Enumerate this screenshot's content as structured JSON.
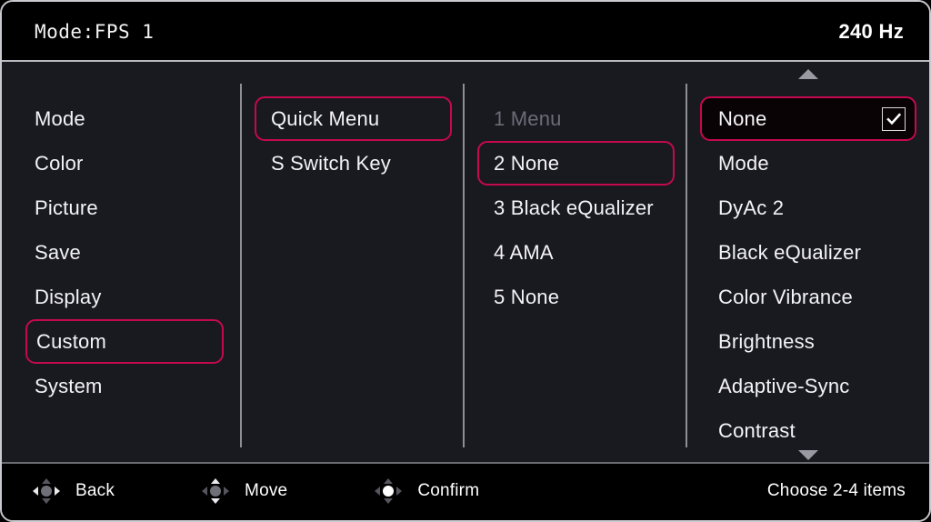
{
  "header": {
    "mode_label": "Mode:FPS 1",
    "refresh_rate": "240 Hz"
  },
  "colors": {
    "accent": "#c4094e",
    "background": "#191920",
    "bar_background": "#000000",
    "text": "#f4f4f6",
    "text_disabled": "#6c6c76",
    "divider": "#8e8e97",
    "frame_border": "#c9c9cf"
  },
  "columns": {
    "main_menu": {
      "items": [
        {
          "label": "Mode",
          "selected": false,
          "disabled": false
        },
        {
          "label": "Color",
          "selected": false,
          "disabled": false
        },
        {
          "label": "Picture",
          "selected": false,
          "disabled": false
        },
        {
          "label": "Save",
          "selected": false,
          "disabled": false
        },
        {
          "label": "Display",
          "selected": false,
          "disabled": false
        },
        {
          "label": "Custom",
          "selected": true,
          "disabled": false
        },
        {
          "label": "System",
          "selected": false,
          "disabled": false
        }
      ]
    },
    "submenu": {
      "items": [
        {
          "label": "Quick Menu",
          "selected": true,
          "disabled": false
        },
        {
          "label": "S Switch Key",
          "selected": false,
          "disabled": false
        }
      ]
    },
    "slots": {
      "items": [
        {
          "label": "1 Menu",
          "selected": false,
          "disabled": true
        },
        {
          "label": "2 None",
          "selected": true,
          "disabled": false
        },
        {
          "label": "3 Black eQualizer",
          "selected": false,
          "disabled": false
        },
        {
          "label": "4 AMA",
          "selected": false,
          "disabled": false
        },
        {
          "label": "5 None",
          "selected": false,
          "disabled": false
        }
      ]
    },
    "options": {
      "scroll_up": true,
      "scroll_down": true,
      "items": [
        {
          "label": "None",
          "selected": true,
          "checked": true
        },
        {
          "label": "Mode",
          "selected": false,
          "checked": false
        },
        {
          "label": "DyAc 2",
          "selected": false,
          "checked": false
        },
        {
          "label": "Black eQualizer",
          "selected": false,
          "checked": false
        },
        {
          "label": "Color Vibrance",
          "selected": false,
          "checked": false
        },
        {
          "label": "Brightness",
          "selected": false,
          "checked": false
        },
        {
          "label": "Adaptive-Sync",
          "selected": false,
          "checked": false
        },
        {
          "label": "Contrast",
          "selected": false,
          "checked": false
        }
      ]
    }
  },
  "footer": {
    "hints": [
      {
        "label": "Back",
        "icon": "dpad-left-right-icon"
      },
      {
        "label": "Move",
        "icon": "dpad-up-down-icon"
      },
      {
        "label": "Confirm",
        "icon": "dpad-center-icon"
      }
    ],
    "status": "Choose 2-4 items"
  }
}
